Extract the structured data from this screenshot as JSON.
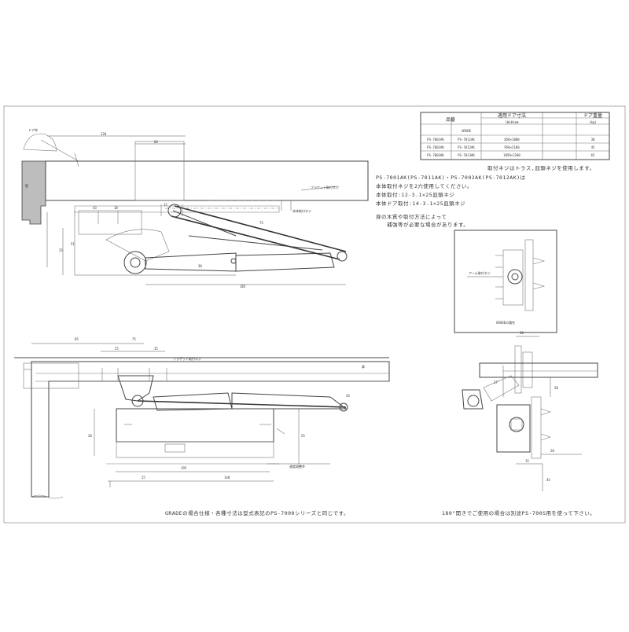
{
  "table": {
    "headers": [
      "品番",
      "適用ドア寸法",
      "ドア重量"
    ],
    "sub_headers": [
      "GRADE",
      "(W×H)mm",
      "(kg)"
    ],
    "rows": [
      {
        "model": "PS-7001AK",
        "grade": "PS-7011AK",
        "size": "850×1800",
        "weight": "30"
      },
      {
        "model": "PS-7002AK",
        "grade": "PS-7012AK",
        "size": "950×2100",
        "weight": "45"
      },
      {
        "model": "PS-7003AK",
        "grade": "PS-7013AK",
        "size": "1050×2100",
        "weight": "65"
      }
    ]
  },
  "notes": [
    "取付ネジはトラス,皿頭ネジを使用します。",
    "PS-7001AK(PS-7011AK)・PS-7002AK(PS-7012AK)は",
    "本体取付ネジを2穴使用してください。",
    "本体取付:12-3.1×25皿頭ネジ",
    "本体ドア取付:14-3.1×25皿頭ネジ"
  ],
  "warning_notes": [
    "扉の木質や取付方法によって",
    "補強等が必要な場合があります。"
  ],
  "detail_caption": "GRADEの場合",
  "footer_left": "GRADEの場合仕様・各種寸法は型式表記のPS-7000シリーズと同じです。",
  "footer_right": "180°開きでご使用の場合は別途PS-700S用を使って下さい。",
  "labels": {
    "wall": "壁",
    "frame": "ドア枠",
    "door": "扉",
    "bracket_screw": "ブラケット取付ネジ",
    "body_screw": "本体取付ネジ",
    "arm_screw": "アーム取付ネジ",
    "speed_valve": "速度調整弁"
  },
  "dimensions": {
    "top_view": [
      "120",
      "68",
      "15",
      "51",
      "25",
      "185",
      "43",
      "18",
      "75",
      "30"
    ],
    "front_view": [
      "65",
      "75",
      "25",
      "35",
      "20",
      "55",
      "195",
      "25",
      "140",
      "43"
    ],
    "side_view": [
      "30",
      "20",
      "15",
      "45",
      "50",
      "27"
    ]
  }
}
